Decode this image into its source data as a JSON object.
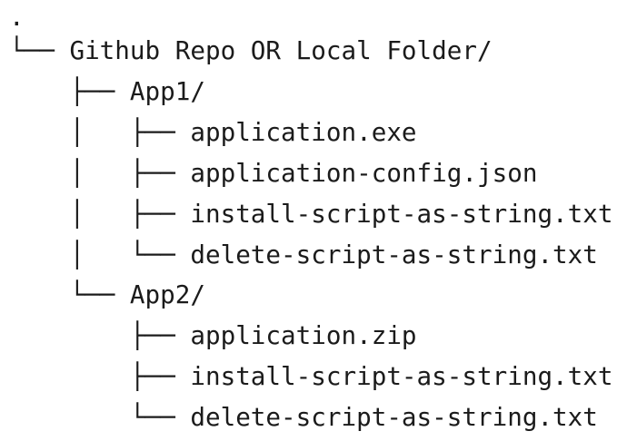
{
  "document": {
    "type": "directory-tree",
    "background_color": "#ffffff",
    "text_color": "#1b1b1b",
    "font_style": "monospace"
  },
  "tree": {
    "lines": [
      {
        "id": "root-dot",
        "text": ".",
        "depth": 0
      },
      {
        "id": "repo-root",
        "text": "└── Github Repo OR Local Folder/",
        "depth": 1
      },
      {
        "id": "app1-dir",
        "text": "    ├── App1/",
        "depth": 2
      },
      {
        "id": "app1-application-exe",
        "text": "    │   ├── application.exe",
        "depth": 3
      },
      {
        "id": "app1-config-json",
        "text": "    │   ├── application-config.json",
        "depth": 3
      },
      {
        "id": "app1-install-script",
        "text": "    │   ├── install-script-as-string.txt",
        "depth": 3
      },
      {
        "id": "app1-delete-script",
        "text": "    │   └── delete-script-as-string.txt",
        "depth": 3
      },
      {
        "id": "app2-dir",
        "text": "    └── App2/",
        "depth": 2
      },
      {
        "id": "app2-application-zip",
        "text": "        ├── application.zip",
        "depth": 3
      },
      {
        "id": "app2-install-script",
        "text": "        ├── install-script-as-string.txt",
        "depth": 3
      },
      {
        "id": "app2-delete-script",
        "text": "        └── delete-script-as-string.txt",
        "depth": 3
      }
    ],
    "nodes": {
      "root": ".",
      "repository_folder": "Github Repo OR Local Folder/",
      "app1": {
        "name": "App1/",
        "files": [
          "application.exe",
          "application-config.json",
          "install-script-as-string.txt",
          "delete-script-as-string.txt"
        ]
      },
      "app2": {
        "name": "App2/",
        "files": [
          "application.zip",
          "install-script-as-string.txt",
          "delete-script-as-string.txt"
        ]
      }
    }
  }
}
